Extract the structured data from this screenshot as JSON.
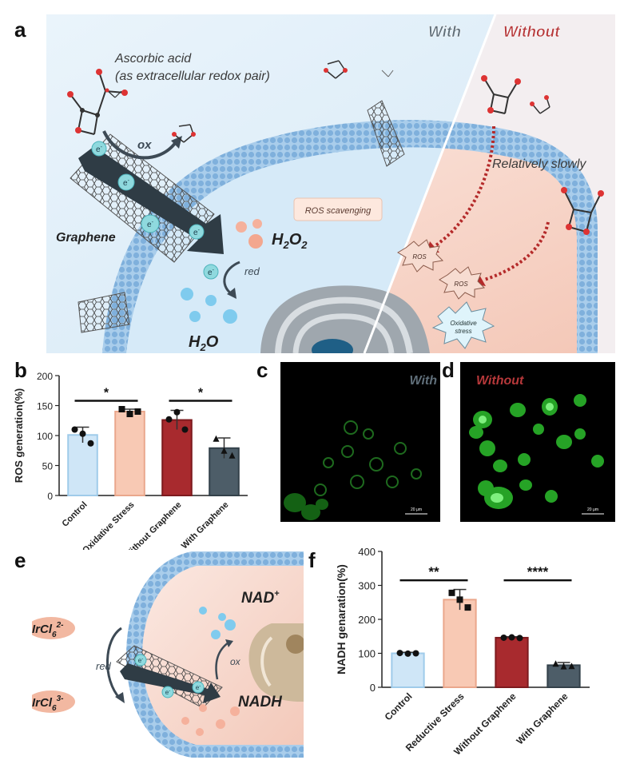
{
  "panels": {
    "a": {
      "letter": "a",
      "with_label": "With",
      "without_label": "Without",
      "ascorbic_line1": "Ascorbic acid",
      "ascorbic_line2": "(as extracellular redox pair)",
      "ox_label": "ox",
      "red_label": "red",
      "graphene_label": "Graphene",
      "ros_scavenging": "ROS scavenging",
      "h2o2": "H",
      "h2o2_sub": "2",
      "h2o2_o": "O",
      "h2o2_sub2": "2",
      "h2o": "H",
      "h2o_sub": "2",
      "h2o_o": "O",
      "relatively_slowly": "Relatively slowly",
      "ros_1": "ROS",
      "ros_2": "ROS",
      "oxidative_stress_1": "Oxidative",
      "oxidative_stress_2": "stress",
      "electron": "e",
      "electron_sup": "-"
    },
    "b": {
      "letter": "b"
    },
    "c": {
      "letter": "c",
      "overlay_label": "With",
      "scale_bar": "20 μm"
    },
    "d": {
      "letter": "d",
      "overlay_label": "Without",
      "scale_bar": "20 μm"
    },
    "e": {
      "letter": "e",
      "ircl_top": "IrCl",
      "ircl_top_sub": "6",
      "ircl_top_sup": "2-",
      "ircl_bottom": "IrCl",
      "ircl_bottom_sub": "6",
      "ircl_bottom_sup": "3-",
      "red_label": "red",
      "ox_label": "ox",
      "nad_plus": "NAD",
      "nad_plus_sup": "+",
      "nadh": "NADH"
    },
    "f": {
      "letter": "f"
    }
  },
  "colors": {
    "control_fill": "#cfe6f7",
    "control_stroke": "#9fcbea",
    "stress_fill": "#f8c9b4",
    "stress_stroke": "#eaa78c",
    "without_fill": "#a82a2e",
    "without_stroke": "#7d1a1e",
    "with_fill": "#4d5d68",
    "with_stroke": "#33414a",
    "with_text": "#5f6e79",
    "without_text": "#b6383a",
    "membrane": "#8bb9e0",
    "cell_inside_pink": "#f6d3c6",
    "bg_blue": "#e3f0fa"
  },
  "chart_data": [
    {
      "panel": "b",
      "type": "bar",
      "categories": [
        "Control",
        "Oxidative Stress",
        "Without Graphene",
        "With Graphene"
      ],
      "values": [
        101,
        140,
        126,
        79
      ],
      "errors": [
        13,
        4,
        16,
        17
      ],
      "points": [
        [
          110,
          103,
          87
        ],
        [
          144,
          136,
          140
        ],
        [
          127,
          139,
          110
        ],
        [
          95,
          75,
          67
        ]
      ],
      "ylabel": "ROS generation(%)",
      "ylim": [
        0,
        200
      ],
      "yticks": [
        0,
        50,
        100,
        150,
        200
      ],
      "significance": [
        {
          "from": 0,
          "to": 1,
          "label": "*",
          "y": 158
        },
        {
          "from": 2,
          "to": 3,
          "label": "*",
          "y": 158
        }
      ],
      "grid": false
    },
    {
      "panel": "f",
      "type": "bar",
      "categories": [
        "Control",
        "Reductive Stress",
        "Without Graphene",
        "With Graphene"
      ],
      "values": [
        100,
        258,
        146,
        65
      ],
      "errors": [
        3,
        30,
        3,
        8
      ],
      "points": [
        [
          101,
          99,
          100
        ],
        [
          278,
          258,
          235
        ],
        [
          146,
          147,
          145
        ],
        [
          70,
          62,
          63
        ]
      ],
      "ylabel": "NADH genaration(%)",
      "ylim": [
        0,
        400
      ],
      "yticks": [
        0,
        100,
        200,
        300,
        400
      ],
      "significance": [
        {
          "from": 0,
          "to": 1,
          "label": "**",
          "y": 315
        },
        {
          "from": 2,
          "to": 3,
          "label": "****",
          "y": 315
        }
      ],
      "grid": false
    }
  ]
}
